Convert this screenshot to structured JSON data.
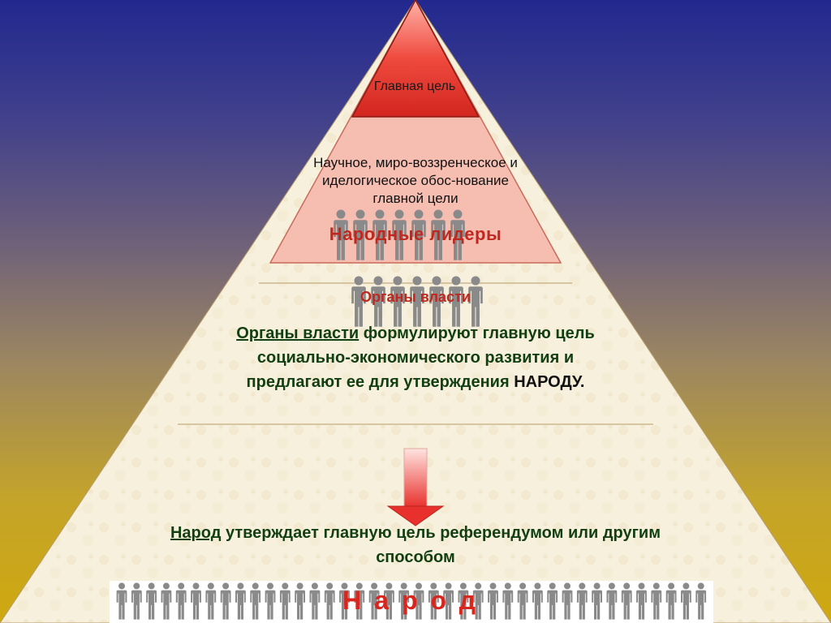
{
  "diagram": {
    "apex_label": "Главная цель",
    "science_text": "Научное, миро-воззренческое и иделогическое обос-нование главной цели",
    "leaders_label": "Народные лидеры",
    "organs_title": "Органы власти",
    "organs_text": {
      "subject": "Органы власти",
      "body": " формулируют главную цель социально-экономического развития и предлагают ее для утверждения ",
      "object": "НАРОДУ."
    },
    "people_text": {
      "subject": "Народ",
      "body": " утверждает главную цель референдумом или другим способом"
    },
    "people_label": "Народ"
  },
  "colors": {
    "background_top": "#22288e",
    "background_bottom": "#cfa80f",
    "apex_red": "#e3302a",
    "upper_section_pink": "#f6bdb1",
    "lower_section_cream": "#f7f0dc",
    "arrow_red": "#e8312d",
    "label_red": "#c0281f",
    "text_green": "#123f12",
    "figure_gray": "#8a8a8a"
  },
  "figures": {
    "leaders_count": 7,
    "organs_count": 7,
    "people_count": 40
  }
}
